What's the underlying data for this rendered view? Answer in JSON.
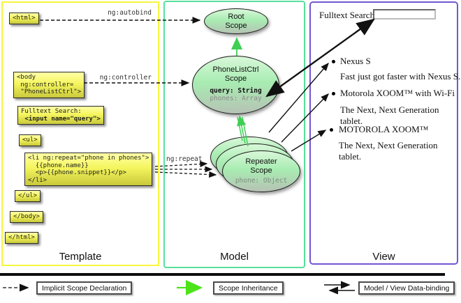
{
  "diagram": {
    "columns": {
      "template": {
        "label": "Template"
      },
      "model": {
        "label": "Model"
      },
      "view": {
        "label": "View"
      }
    },
    "template": {
      "html_open": "<html>",
      "body_open": "<body\n ng:controller=\n \"PhoneListCtrl\">",
      "fulltext_label": "Fulltext Search:",
      "fulltext_input": " <input name=\"query\">",
      "ul_open": "<ul>",
      "li_repeat": "<li ng:repeat=\"phone in phones\">\n  {{phone.name}}\n  <p>{{phone.snippet}}</p>\n</li>",
      "ul_close": "</ul>",
      "body_close": "</body>",
      "html_close": "</html>"
    },
    "connectors": {
      "autobind": "ng:autobind",
      "controller": "ng:controller",
      "repeat": "ng:repeat"
    },
    "model": {
      "root_scope_title": "Root\nScope",
      "ctrl_scope_title": "PhoneListCtrl\nScope",
      "ctrl_prop_query": "query: String",
      "ctrl_prop_phones": "phones: Array",
      "repeater_title": "Repeater\nScope",
      "repeater_prop": "phone: Object"
    },
    "view": {
      "search_label": "Fulltext Search:",
      "search_value": "",
      "items": [
        {
          "title": "Nexus S",
          "desc": "Fast just got faster with Nexus S."
        },
        {
          "title": "Motorola XOOM™ with Wi-Fi",
          "desc": "The Next, Next Generation tablet."
        },
        {
          "title": "MOTOROLA XOOM™",
          "desc": "The Next, Next Generation tablet."
        }
      ]
    },
    "legend": {
      "implicit": "Implicit Scope Declaration",
      "inheritance": "Scope Inheritance",
      "binding": "Model / View Data-binding"
    },
    "colors": {
      "template_border": "#f6f63e",
      "model_border": "#57e09b",
      "view_border": "#7156d2",
      "scope_inheritance_green": "#3ecf54",
      "legend_green": "#4ce31a",
      "arrow_black": "#111111"
    }
  }
}
